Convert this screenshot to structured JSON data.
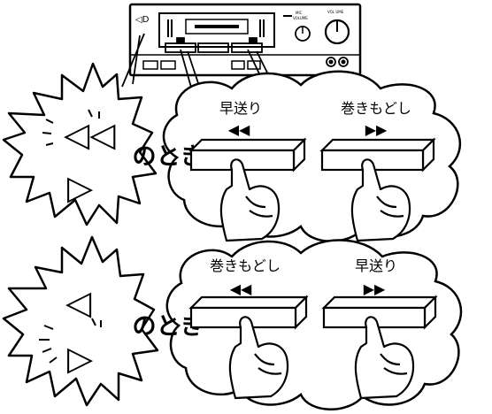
{
  "deck": {
    "tiny_labels": [
      "MIC",
      "VOLUME",
      "VOL UME"
    ]
  },
  "panels": [
    {
      "burst_arrows": [
        "◁◁",
        "▷"
      ],
      "condition_label": "のとき",
      "left_button": {
        "label": "早送り",
        "symbol": "◀◀"
      },
      "right_button": {
        "label": "巻きもどし",
        "symbol": "▶▶"
      }
    },
    {
      "burst_arrows": [
        "◁",
        "▷"
      ],
      "condition_label": "のとき",
      "left_button": {
        "label": "巻きもどし",
        "symbol": "◀◀"
      },
      "right_button": {
        "label": "早送り",
        "symbol": "▶▶"
      }
    }
  ]
}
